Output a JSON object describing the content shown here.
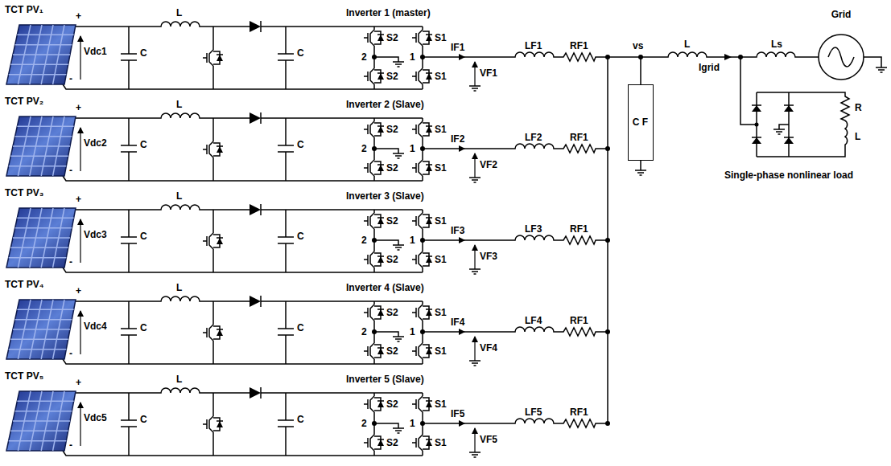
{
  "diagram": {
    "nodes": [
      {
        "text": [
          "TCT PV₁"
        ]
      },
      {
        "text": [
          "TCT PV₂"
        ]
      },
      {
        "text": [
          "TCT PV₃"
        ]
      },
      {
        "text": [
          "TCT PV₄"
        ]
      },
      {
        "text": [
          "TCT PV₅"
        ]
      },
      {
        "text": [
          "C F"
        ]
      },
      {
        "text": [
          "Grid"
        ]
      },
      {
        "text": [
          "R",
          "L",
          "Single-phase nonlinear load"
        ]
      }
    ],
    "labels": [
      "+",
      "Vdc1",
      "-",
      "L",
      "C",
      "C",
      "Inverter 1 (master)",
      "S2",
      "S1",
      "2",
      "1",
      "S2",
      "S1",
      "IF1",
      "VF1",
      "LF1",
      "RF1",
      "+",
      "Vdc2",
      "-",
      "L",
      "C",
      "C",
      "Inverter 2 (Slave)",
      "S2",
      "S1",
      "2",
      "1",
      "S2",
      "S1",
      "IF2",
      "VF2",
      "LF2",
      "RF1",
      "+",
      "Vdc3",
      "-",
      "L",
      "C",
      "C",
      "Inverter 3 (Slave)",
      "S2",
      "S1",
      "2",
      "1",
      "S2",
      "S1",
      "IF3",
      "VF3",
      "LF3",
      "RF1",
      "+",
      "Vdc4",
      "-",
      "L",
      "C",
      "C",
      "Inverter 4 (Slave)",
      "S2",
      "S1",
      "2",
      "1",
      "S2",
      "S1",
      "IF4",
      "VF4",
      "LF4",
      "RF1",
      "+",
      "Vdc5",
      "-",
      "L",
      "C",
      "C",
      "Inverter 5 (Slave)",
      "S2",
      "S1",
      "2",
      "1",
      "S2",
      "S1",
      "IF5",
      "VF5",
      "LF5",
      "RF1",
      "vs",
      "L",
      "Igrid",
      "Ls"
    ]
  }
}
